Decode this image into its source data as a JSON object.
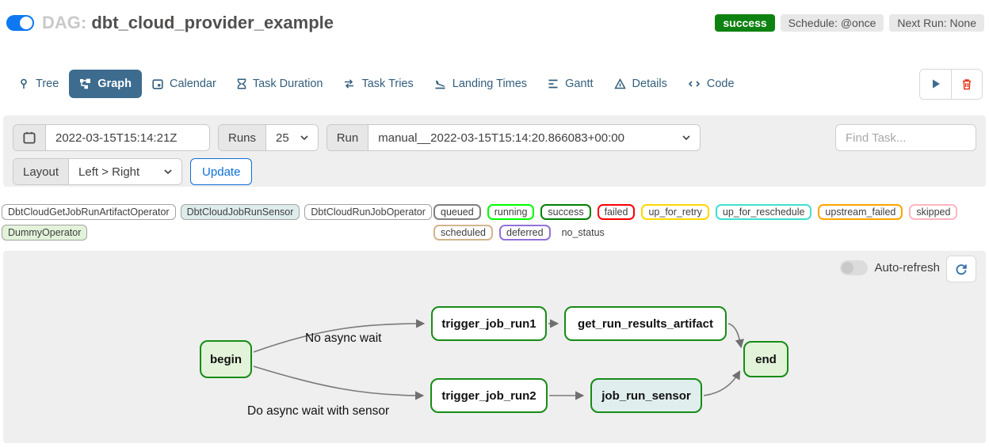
{
  "header": {
    "dag_prefix": "DAG:",
    "dag_title": "dbt_cloud_provider_example",
    "status_badge": "success",
    "schedule_badge": "Schedule: @once",
    "next_run_badge": "Next Run: None"
  },
  "tabs": [
    {
      "label": "Tree"
    },
    {
      "label": "Graph"
    },
    {
      "label": "Calendar"
    },
    {
      "label": "Task Duration"
    },
    {
      "label": "Task Tries"
    },
    {
      "label": "Landing Times"
    },
    {
      "label": "Gantt"
    },
    {
      "label": "Details"
    },
    {
      "label": "Code"
    }
  ],
  "filter_bar": {
    "date_value": "2022-03-15T15:14:21Z",
    "runs_label": "Runs",
    "runs_value": "25",
    "run_label": "Run",
    "run_value": "manual__2022-03-15T15:14:20.866083+00:00",
    "find_task_placeholder": "Find Task...",
    "layout_label": "Layout",
    "layout_value": "Left > Right",
    "update_label": "Update"
  },
  "legend": {
    "operators": [
      {
        "label": "DbtCloudGetJobRunArtifactOperator",
        "bg": "#ffffff"
      },
      {
        "label": "DbtCloudJobRunSensor",
        "bg": "#dfecec"
      },
      {
        "label": "DbtCloudRunJobOperator",
        "bg": "#ffffff"
      },
      {
        "label": "DummyOperator",
        "bg": "#e2f3da"
      }
    ],
    "statuses": [
      {
        "label": "queued",
        "border": "#808080"
      },
      {
        "label": "running",
        "border": "#01ff00"
      },
      {
        "label": "success",
        "border": "#008000"
      },
      {
        "label": "failed",
        "border": "#ff0000"
      },
      {
        "label": "up_for_retry",
        "border": "#ffd700"
      },
      {
        "label": "up_for_reschedule",
        "border": "#40e0d0"
      },
      {
        "label": "upstream_failed",
        "border": "#ffa500"
      },
      {
        "label": "skipped",
        "border": "#ffb6c1"
      },
      {
        "label": "scheduled",
        "border": "#d2b48c"
      },
      {
        "label": "deferred",
        "border": "#9370db"
      }
    ],
    "no_status_label": "no_status"
  },
  "graph": {
    "auto_refresh_label": "Auto-refresh",
    "nodes": [
      {
        "id": "begin",
        "label": "begin",
        "fill": "#e3f3da"
      },
      {
        "id": "trigger_job_run1",
        "label": "trigger_job_run1",
        "fill": "#ffffff"
      },
      {
        "id": "get_run_results_artifact",
        "label": "get_run_results_artifact",
        "fill": "#ffffff"
      },
      {
        "id": "trigger_job_run2",
        "label": "trigger_job_run2",
        "fill": "#ffffff"
      },
      {
        "id": "job_run_sensor",
        "label": "job_run_sensor",
        "fill": "#e1eeee"
      },
      {
        "id": "end",
        "label": "end",
        "fill": "#e3f3da"
      }
    ],
    "edge_labels": [
      {
        "text": "No async wait"
      },
      {
        "text": "Do async wait with sensor"
      }
    ]
  },
  "colors": {
    "accent_blue": "#0d78f2",
    "active_tab": "#3d6c8f",
    "success_green": "#0e8211",
    "trash_red": "#e4391f",
    "update_blue": "#0d6fd8",
    "node_border_green": "#178c17",
    "edge_gray": "#7a7a7a"
  }
}
